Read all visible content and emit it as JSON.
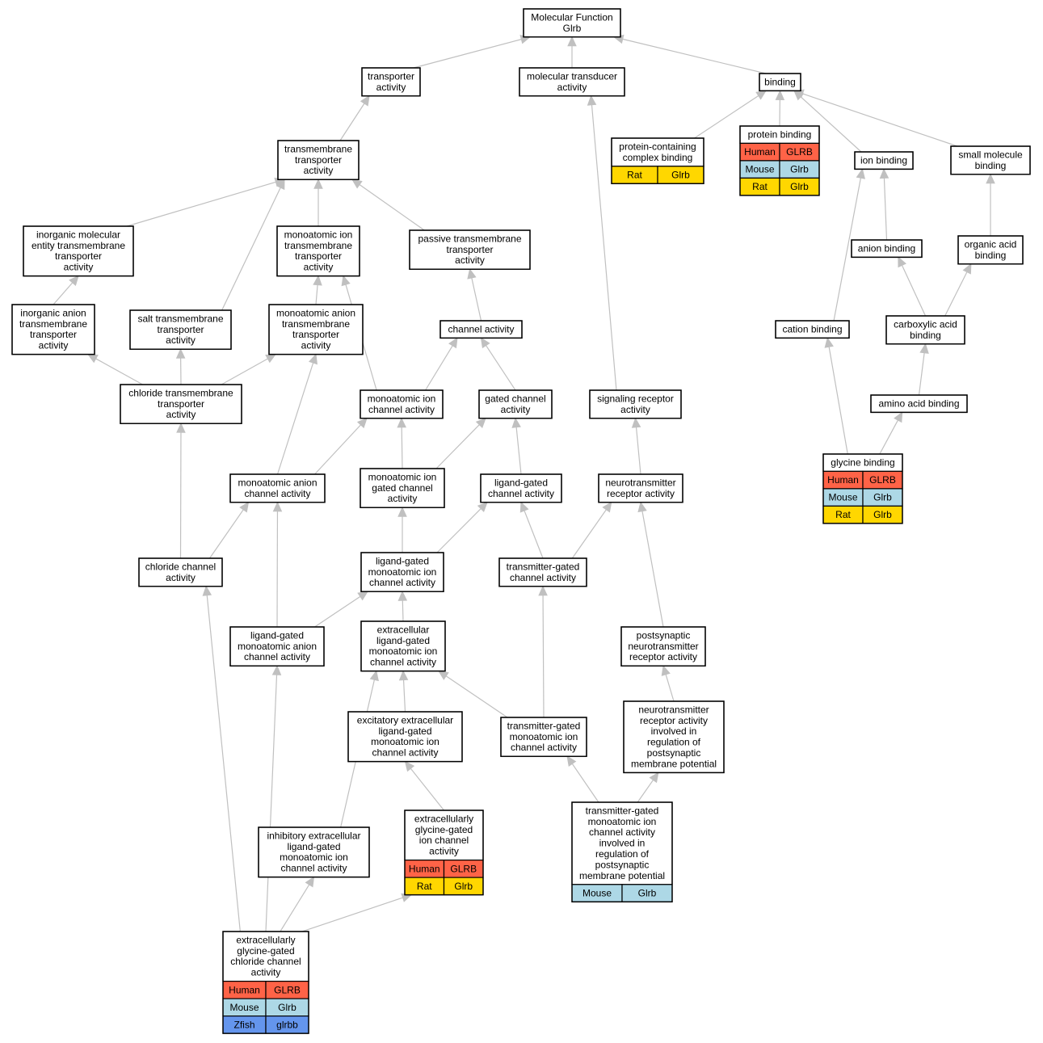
{
  "colors": {
    "Human": "#ff6347",
    "Mouse": "#add8e6",
    "Rat": "#ffd700",
    "Zfish": "#6495ed",
    "edge": "#c0c0c0"
  },
  "nodes": [
    {
      "id": "mf",
      "lines": [
        "Molecular Function",
        "Glrb"
      ]
    },
    {
      "id": "transporter",
      "lines": [
        "transporter",
        "activity"
      ]
    },
    {
      "id": "mol_transducer",
      "lines": [
        "molecular transducer",
        "activity"
      ]
    },
    {
      "id": "binding",
      "lines": [
        "binding"
      ]
    },
    {
      "id": "pc_complex",
      "lines": [
        "protein-containing",
        "complex binding"
      ],
      "species": [
        [
          "Rat",
          "Glrb"
        ]
      ]
    },
    {
      "id": "protein_binding",
      "lines": [
        "protein binding"
      ],
      "species": [
        [
          "Human",
          "GLRB"
        ],
        [
          "Mouse",
          "Glrb"
        ],
        [
          "Rat",
          "Glrb"
        ]
      ]
    },
    {
      "id": "ion_binding",
      "lines": [
        "ion binding"
      ]
    },
    {
      "id": "small_mol",
      "lines": [
        "small molecule",
        "binding"
      ]
    },
    {
      "id": "tm_transporter",
      "lines": [
        "transmembrane",
        "transporter",
        "activity"
      ]
    },
    {
      "id": "inorg_mol",
      "lines": [
        "inorganic molecular",
        "entity transmembrane",
        "transporter",
        "activity"
      ]
    },
    {
      "id": "mono_ion_tm",
      "lines": [
        "monoatomic ion",
        "transmembrane",
        "transporter",
        "activity"
      ]
    },
    {
      "id": "passive_tm",
      "lines": [
        "passive transmembrane",
        "transporter",
        "activity"
      ]
    },
    {
      "id": "anion_binding",
      "lines": [
        "anion binding"
      ]
    },
    {
      "id": "organic_acid",
      "lines": [
        "organic acid",
        "binding"
      ]
    },
    {
      "id": "inorg_anion",
      "lines": [
        "inorganic anion",
        "transmembrane",
        "transporter",
        "activity"
      ]
    },
    {
      "id": "salt_tm",
      "lines": [
        "salt transmembrane",
        "transporter",
        "activity"
      ]
    },
    {
      "id": "mono_anion_tm",
      "lines": [
        "monoatomic anion",
        "transmembrane",
        "transporter",
        "activity"
      ]
    },
    {
      "id": "channel",
      "lines": [
        "channel activity"
      ]
    },
    {
      "id": "cation_binding",
      "lines": [
        "cation binding"
      ]
    },
    {
      "id": "carboxylic",
      "lines": [
        "carboxylic acid",
        "binding"
      ]
    },
    {
      "id": "chloride_tm",
      "lines": [
        "chloride transmembrane",
        "transporter",
        "activity"
      ]
    },
    {
      "id": "mono_ion_channel",
      "lines": [
        "monoatomic ion",
        "channel activity"
      ]
    },
    {
      "id": "gated_channel",
      "lines": [
        "gated channel",
        "activity"
      ]
    },
    {
      "id": "signaling_rec",
      "lines": [
        "signaling receptor",
        "activity"
      ]
    },
    {
      "id": "amino_acid",
      "lines": [
        "amino acid binding"
      ]
    },
    {
      "id": "glycine_binding",
      "lines": [
        "glycine binding"
      ],
      "species": [
        [
          "Human",
          "GLRB"
        ],
        [
          "Mouse",
          "Glrb"
        ],
        [
          "Rat",
          "Glrb"
        ]
      ]
    },
    {
      "id": "mono_anion_channel",
      "lines": [
        "monoatomic anion",
        "channel activity"
      ]
    },
    {
      "id": "mono_ion_gated",
      "lines": [
        "monoatomic ion",
        "gated channel",
        "activity"
      ]
    },
    {
      "id": "lig_gated",
      "lines": [
        "ligand-gated",
        "channel activity"
      ]
    },
    {
      "id": "nt_receptor",
      "lines": [
        "neurotransmitter",
        "receptor activity"
      ]
    },
    {
      "id": "chloride_channel",
      "lines": [
        "chloride channel",
        "activity"
      ]
    },
    {
      "id": "lig_mono_ion",
      "lines": [
        "ligand-gated",
        "monoatomic ion",
        "channel activity"
      ]
    },
    {
      "id": "trans_gated",
      "lines": [
        "transmitter-gated",
        "channel activity"
      ]
    },
    {
      "id": "lig_mono_anion",
      "lines": [
        "ligand-gated",
        "monoatomic anion",
        "channel activity"
      ]
    },
    {
      "id": "extra_lig",
      "lines": [
        "extracellular",
        "ligand-gated",
        "monoatomic ion",
        "channel activity"
      ]
    },
    {
      "id": "postsyn_nt",
      "lines": [
        "postsynaptic",
        "neurotransmitter",
        "receptor activity"
      ]
    },
    {
      "id": "excit_extra",
      "lines": [
        "excitatory extracellular",
        "ligand-gated",
        "monoatomic ion",
        "channel activity"
      ]
    },
    {
      "id": "trans_gated_mono",
      "lines": [
        "transmitter-gated",
        "monoatomic ion",
        "channel activity"
      ]
    },
    {
      "id": "nt_rec_reg",
      "lines": [
        "neurotransmitter",
        "receptor activity",
        "involved in",
        "regulation of",
        "postsynaptic",
        "membrane potential"
      ]
    },
    {
      "id": "inhib_extra",
      "lines": [
        "inhibitory extracellular",
        "ligand-gated",
        "monoatomic ion",
        "channel activity"
      ]
    },
    {
      "id": "extra_glycine_ion",
      "lines": [
        "extracellularly",
        "glycine-gated",
        "ion channel",
        "activity"
      ],
      "species": [
        [
          "Human",
          "GLRB"
        ],
        [
          "Rat",
          "Glrb"
        ]
      ]
    },
    {
      "id": "tg_mono_reg",
      "lines": [
        "transmitter-gated",
        "monoatomic ion",
        "channel activity",
        "involved in",
        "regulation of",
        "postsynaptic",
        "membrane potential"
      ],
      "species": [
        [
          "Mouse",
          "Glrb"
        ]
      ]
    },
    {
      "id": "extra_glycine_cl",
      "lines": [
        "extracellularly",
        "glycine-gated",
        "chloride channel",
        "activity"
      ],
      "species": [
        [
          "Human",
          "GLRB"
        ],
        [
          "Mouse",
          "Glrb"
        ],
        [
          "Zfish",
          "glrbb"
        ]
      ]
    }
  ],
  "edges": [
    [
      "transporter",
      "mf"
    ],
    [
      "mol_transducer",
      "mf"
    ],
    [
      "binding",
      "mf"
    ],
    [
      "pc_complex",
      "binding"
    ],
    [
      "protein_binding",
      "binding"
    ],
    [
      "ion_binding",
      "binding"
    ],
    [
      "small_mol",
      "binding"
    ],
    [
      "tm_transporter",
      "transporter"
    ],
    [
      "inorg_mol",
      "tm_transporter"
    ],
    [
      "salt_tm",
      "tm_transporter"
    ],
    [
      "mono_ion_tm",
      "tm_transporter"
    ],
    [
      "passive_tm",
      "tm_transporter"
    ],
    [
      "inorg_anion",
      "inorg_mol"
    ],
    [
      "mono_anion_tm",
      "mono_ion_tm"
    ],
    [
      "mono_ion_channel",
      "mono_ion_tm"
    ],
    [
      "channel",
      "passive_tm"
    ],
    [
      "anion_binding",
      "ion_binding"
    ],
    [
      "cation_binding",
      "ion_binding"
    ],
    [
      "organic_acid",
      "small_mol"
    ],
    [
      "carboxylic",
      "anion_binding"
    ],
    [
      "carboxylic",
      "organic_acid"
    ],
    [
      "amino_acid",
      "carboxylic"
    ],
    [
      "glycine_binding",
      "amino_acid"
    ],
    [
      "glycine_binding",
      "cation_binding"
    ],
    [
      "chloride_tm",
      "inorg_anion"
    ],
    [
      "chloride_tm",
      "salt_tm"
    ],
    [
      "chloride_tm",
      "mono_anion_tm"
    ],
    [
      "mono_ion_channel",
      "channel"
    ],
    [
      "gated_channel",
      "channel"
    ],
    [
      "signaling_rec",
      "mol_transducer"
    ],
    [
      "mono_anion_channel",
      "mono_ion_channel"
    ],
    [
      "mono_anion_channel",
      "mono_anion_tm"
    ],
    [
      "mono_ion_gated",
      "mono_ion_channel"
    ],
    [
      "mono_ion_gated",
      "gated_channel"
    ],
    [
      "lig_gated",
      "gated_channel"
    ],
    [
      "nt_receptor",
      "signaling_rec"
    ],
    [
      "chloride_channel",
      "chloride_tm"
    ],
    [
      "chloride_channel",
      "mono_anion_channel"
    ],
    [
      "lig_mono_ion",
      "mono_ion_gated"
    ],
    [
      "lig_mono_ion",
      "lig_gated"
    ],
    [
      "trans_gated",
      "lig_gated"
    ],
    [
      "trans_gated",
      "nt_receptor"
    ],
    [
      "lig_mono_anion",
      "mono_anion_channel"
    ],
    [
      "lig_mono_anion",
      "lig_mono_ion"
    ],
    [
      "extra_lig",
      "lig_mono_ion"
    ],
    [
      "postsyn_nt",
      "nt_receptor"
    ],
    [
      "excit_extra",
      "extra_lig"
    ],
    [
      "trans_gated_mono",
      "extra_lig"
    ],
    [
      "trans_gated_mono",
      "trans_gated"
    ],
    [
      "nt_rec_reg",
      "postsyn_nt"
    ],
    [
      "inhib_extra",
      "extra_lig"
    ],
    [
      "extra_glycine_ion",
      "excit_extra"
    ],
    [
      "tg_mono_reg",
      "trans_gated_mono"
    ],
    [
      "tg_mono_reg",
      "nt_rec_reg"
    ],
    [
      "extra_glycine_cl",
      "chloride_channel"
    ],
    [
      "extra_glycine_cl",
      "lig_mono_anion"
    ],
    [
      "extra_glycine_cl",
      "inhib_extra"
    ],
    [
      "extra_glycine_cl",
      "extra_glycine_ion"
    ]
  ]
}
